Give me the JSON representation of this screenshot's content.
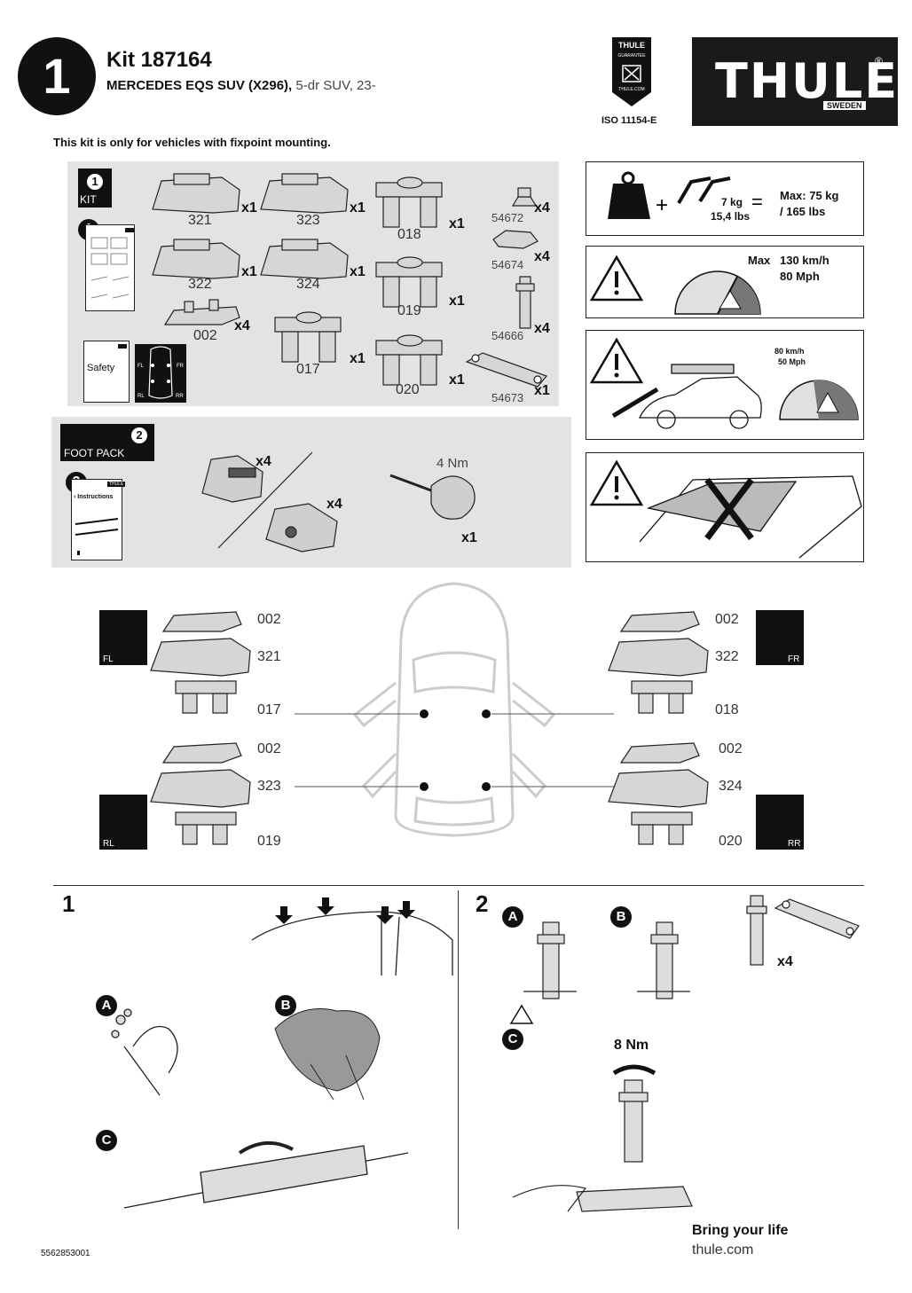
{
  "header": {
    "step_badge": "1",
    "kit_title": "Kit 187164",
    "vehicle_bold": "MERCEDES EQS SUV (X296),",
    "vehicle_rest": " 5-dr SUV, 23-",
    "note": "This kit is only for vehicles with fixpoint mounting.",
    "guarantee_brand": "THULE",
    "guarantee_text": "GUARANTEE",
    "guarantee_url": "THULE.COM",
    "iso": "ISO 11154-E",
    "logo_text": "THULE",
    "logo_sub": "SWEDEN",
    "logo_reg": "®"
  },
  "kit_panel": {
    "kit_label": "KIT",
    "kit_num": "1",
    "instructions_num": "1",
    "safety_label": "Safety",
    "fl": "FL",
    "fr": "FR",
    "rl": "RL",
    "rr": "RR",
    "parts": [
      {
        "code": "321",
        "qty": "x1"
      },
      {
        "code": "323",
        "qty": "x1"
      },
      {
        "code": "018",
        "qty": "x1"
      },
      {
        "code": "54672",
        "qty": "x4"
      },
      {
        "code": "322",
        "qty": "x1"
      },
      {
        "code": "324",
        "qty": "x1"
      },
      {
        "code": "54674",
        "qty": "x4"
      },
      {
        "code": "019",
        "qty": "x1"
      },
      {
        "code": "002",
        "qty": "x4"
      },
      {
        "code": "017",
        "qty": "x1"
      },
      {
        "code": "54666",
        "qty": "x4"
      },
      {
        "code": "020",
        "qty": "x1"
      },
      {
        "code": "54673",
        "qty": "x1"
      }
    ]
  },
  "foot_pack": {
    "label": "FOOT PACK",
    "num": "2",
    "instructions_num": "2",
    "instructions_text": "› Instructions",
    "brand": "THULE",
    "foot_qty_1": "x4",
    "foot_qty_2": "x4",
    "torque": "4 Nm",
    "tool_qty": "x1"
  },
  "warnings": {
    "weight_bar": "7 kg",
    "weight_bar_lbs": "15,4 lbs",
    "max_load": "Max: 75 kg",
    "max_load_lbs": "/ 165 lbs",
    "max_speed_label": "Max",
    "max_speed_kmh": "130 km/h",
    "max_speed_mph": "80 Mph",
    "reduced_kmh": "80 km/h",
    "reduced_mph": "50 Mph"
  },
  "placement": {
    "left_top": {
      "corner": "FL",
      "codes": [
        "002",
        "321",
        "017"
      ]
    },
    "right_top": {
      "corner": "FR",
      "codes": [
        "002",
        "322",
        "018"
      ]
    },
    "left_bottom": {
      "corner": "RL",
      "codes": [
        "002",
        "323",
        "019"
      ]
    },
    "right_bottom": {
      "corner": "RR",
      "codes": [
        "002",
        "324",
        "020"
      ]
    }
  },
  "steps": {
    "step1": "1",
    "step2": "2",
    "a": "A",
    "b": "B",
    "c": "C",
    "torque": "8 Nm",
    "qty": "x4"
  },
  "footer": {
    "doc_number": "5562853001",
    "tagline": "Bring your life",
    "url": "thule.com"
  }
}
